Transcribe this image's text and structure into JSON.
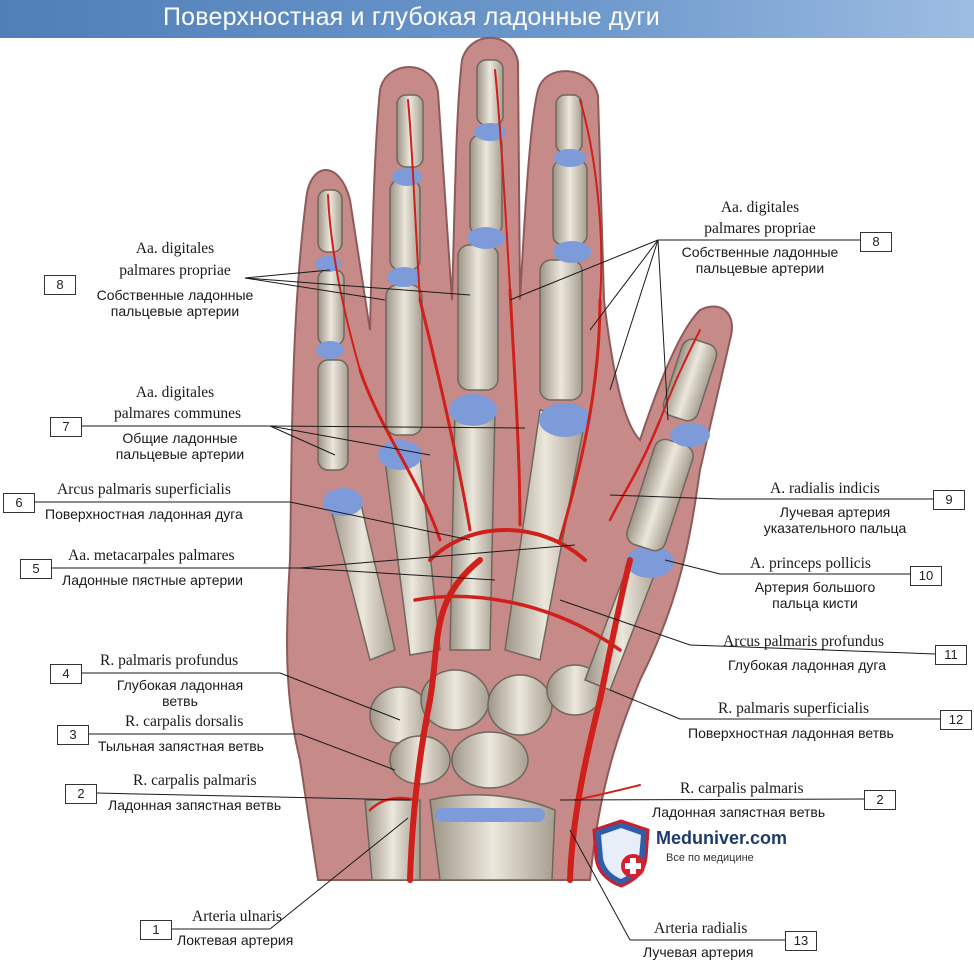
{
  "title": "Поверхностная и глубокая ладонные дуги",
  "labels": {
    "l8": {
      "num": "8",
      "lat1": "Aa. digitales",
      "lat2": "palmares propriae",
      "rus1": "Собственные ладонные",
      "rus2": "пальцевые артерии"
    },
    "r8": {
      "num": "8",
      "lat1": "Aa. digitales",
      "lat2": "palmares propriae",
      "rus1": "Собственные ладонные",
      "rus2": "пальцевые артерии"
    },
    "l7": {
      "num": "7",
      "lat1": "Aa. digitales",
      "lat2": "palmares communes",
      "rus1": "Общие ладонные",
      "rus2": "пальцевые артерии"
    },
    "l6": {
      "num": "6",
      "lat1": "Arcus palmaris superficialis",
      "rus1": "Поверхностная ладонная дуга"
    },
    "l5": {
      "num": "5",
      "lat1": "Aa. metacarpales palmares",
      "rus1": "Ладонные пястные артерии"
    },
    "l4": {
      "num": "4",
      "lat1": "R. palmaris profundus",
      "rus1": "Глубокая ладонная",
      "rus2": "ветвь"
    },
    "l3": {
      "num": "3",
      "lat1": "R. carpalis dorsalis",
      "rus1": "Тыльная запястная ветвь"
    },
    "l2": {
      "num": "2",
      "lat1": "R. carpalis palmaris",
      "rus1": "Ладонная запястная ветвь"
    },
    "l1": {
      "num": "1",
      "lat1": "Arteria ulnaris",
      "rus1": "Локтевая артерия"
    },
    "r9": {
      "num": "9",
      "lat1": "A. radialis indicis",
      "rus1": "Лучевая артерия",
      "rus2": "указательного пальца"
    },
    "r10": {
      "num": "10",
      "lat1": "A. princeps pollicis",
      "rus1": "Артерия большого",
      "rus2": "пальца кисти"
    },
    "r11": {
      "num": "11",
      "lat1": "Arcus palmaris profundus",
      "rus1": "Глубокая ладонная дуга"
    },
    "r12": {
      "num": "12",
      "lat1": "R. palmaris superficialis",
      "rus1": "Поверхностная ладонная ветвь"
    },
    "r2": {
      "num": "2",
      "lat1": "R. carpalis palmaris",
      "rus1": "Ладонная запястная ветвь"
    },
    "r13": {
      "num": "13",
      "lat1": "Arteria radialis",
      "rus1": "Лучевая артерия"
    }
  },
  "logo": {
    "name": "Meduniver.com",
    "tagline": "Все по медицине"
  },
  "colors": {
    "title_bar": "#5b88c0",
    "skin": "#c98b8b",
    "artery": "#d0201b",
    "bone": "#d8d2c4",
    "cartilage": "#7d9bd8"
  }
}
